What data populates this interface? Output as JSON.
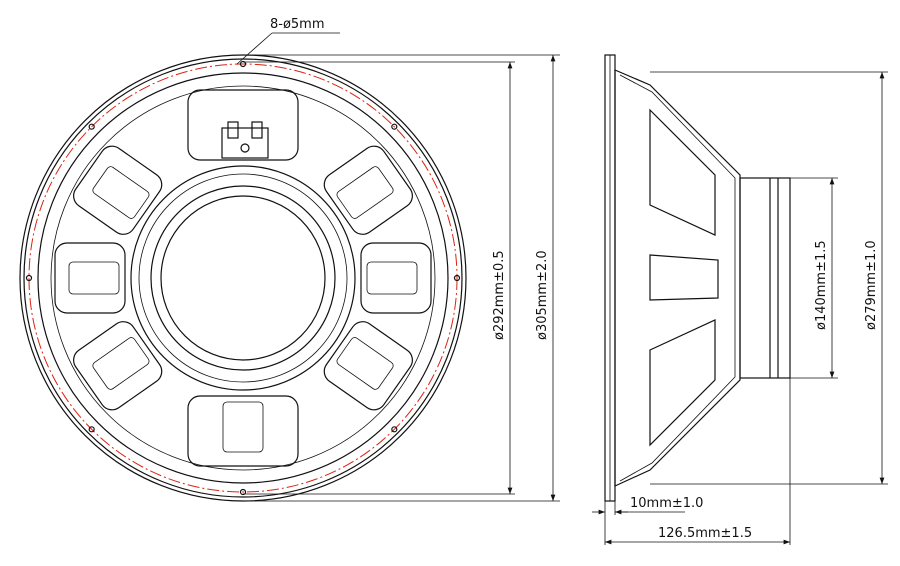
{
  "drawing": {
    "hole_callout": "8-ø5mm",
    "front_view": {
      "dim_bolt_circle": "ø292mm±0.5",
      "dim_outer": "ø305mm±2.0"
    },
    "side_view": {
      "dim_magnet": "ø140mm±1.5",
      "dim_cutout": "ø279mm±1.0",
      "dim_flange": "10mm±1.0",
      "dim_depth": "126.5mm±1.5"
    },
    "colors": {
      "line": "#111111",
      "bolt_circle": "#dd2211"
    }
  }
}
